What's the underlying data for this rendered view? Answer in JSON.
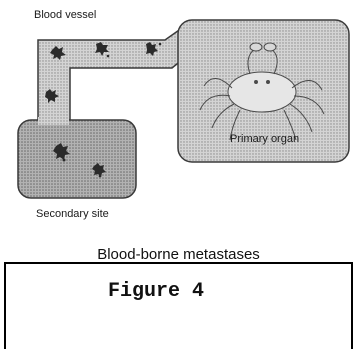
{
  "labels": {
    "blood_vessel": "Blood vessel",
    "primary_organ": "Primary organ",
    "secondary_site": "Secondary site"
  },
  "caption": "Blood-borne metastases",
  "figure_label": "Figure 4",
  "colors": {
    "vessel_fill": "#c9c9c9",
    "vessel_outline": "#3a3a3a",
    "secondary_site_fill": "#a8a8a8",
    "primary_organ_fill": "#cfcfcf",
    "cell": "#2b2b2b"
  },
  "icons": [
    "crab-tumor-icon",
    "tumor-cell-icon"
  ]
}
